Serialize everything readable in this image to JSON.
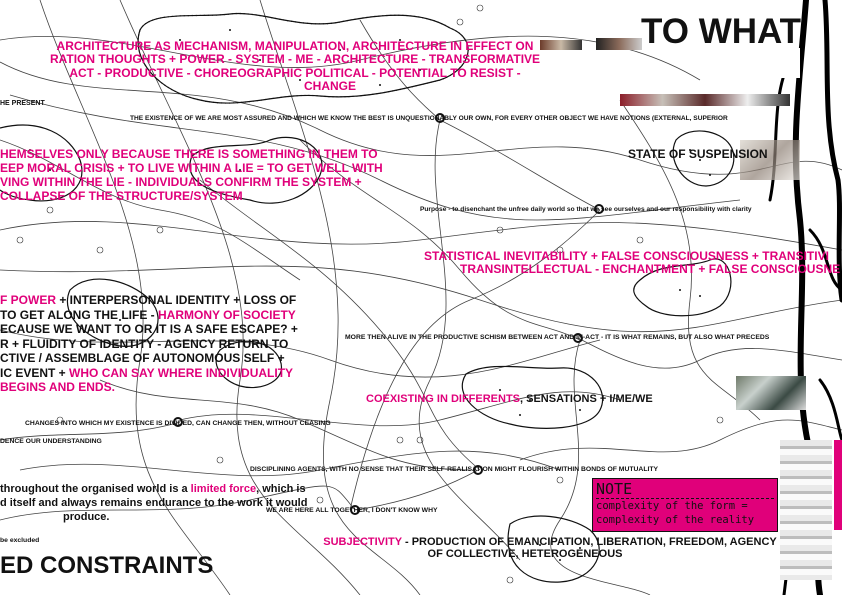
{
  "title": "TO WHAT",
  "heading_top_left": [
    "ARCHITECTURE AS MECHANISM, MANIPULATION, ARCHITECTURE IN EFFECT ON",
    "RATION THOUGHTS + POWER - SYSTEM - ME - ARCHITECTURE - TRANSFORMATIVE",
    "ACT - PRODUCTIVE - CHOREOGRAPHIC POLITICAL - POTENTIAL TO RESIST -",
    "CHANGE"
  ],
  "the_present": "HE PRESENT",
  "existence_line": "THE EXISTENCE OF WE ARE MOST ASSURED AND WHICH WE KNOW THE BEST IS UNQUESTIONABLY OUR OWN, FOR EVERY OTHER OBJECT WE HAVE NOTIONS (EXTERNAL, SUPERIOR",
  "state_of_suspension": "STATE OF SUSPENSION",
  "moral_crisis": [
    "HEMSELVES ONLY BECAUSE THERE IS SOMETHING IN THEM TO",
    "EEP MORAL CRISIS + TO LIVE WITHIN A LIE = TO GET WELL WITH",
    "VING WITHIN THE LIE - INDIVIDUALS CONFIRM THE SYSTEM +",
    "COLLAPSE OF THE STRUCTURE/SYSTEM"
  ],
  "purpose": "Purpose - to disenchant the unfree daily world so that we see ourselves and our  responsibility with clarity",
  "statistical": [
    "STATISTICAL INEVITABILITY + FALSE CONSCIOUSNESS + TRANSITIVI",
    "TRANSINTELLECTUAL - ENCHANTMENT + FALSE CONSCIOUSNE"
  ],
  "identity_block": {
    "line1_pink": "F POWER",
    "line1_black": " + INTERPERSONAL IDENTITY + LOSS OF",
    "line2_black": "TO GET ALONG THE LIFE - ",
    "line2_pink": "HARMONY OF SOCIETY",
    "line3": "ECAUSE WE WANT TO OR IT IS A SAFE ESCAPE? +",
    "line4": "R + FLUIDITY OF IDENTITY - AGENCY RETURN TO",
    "line5": "CTIVE / ASSEMBLAGE OF AUTONOMOUS SELF +",
    "line6_black": "IC EVENT + ",
    "line6_pink": "WHO CAN SAY WHERE INDIVIDUALITY",
    "line7_pink": "BEGINS AND ENDS."
  },
  "productive_schism": "MORE THEN ALIVE IN THE PRODUCTIVE SCHISM BETWEEN ACT AND IN-ACT - IT IS WHAT REMAINS, BUT ALSO WHAT PRECEDS",
  "coexisting": {
    "pink": "COEXISTING IN DIFFERENTS",
    "black": ", SENSATIONS + I/ME/WE"
  },
  "changes": "CHANGES INTO WHICH MY EXISTENCE IS DIVIDED, CAN CHANGE THEN, WITHOUT CEASING",
  "transcendence": "DENCE OUR UNDERSTANDING",
  "disciplining": "DISCIPLINING AGENTS, WITH NO SENSE THAT THEIR SELF-REALISATION MIGHT FLOURISH WITHIN BONDS OF MUTUALITY",
  "limited_force": {
    "line1_black": "throughout the organised world is a ",
    "line1_pink": "limited force",
    "line1_end": ", which is",
    "line2": "d itself and always remains endurance to the work it would",
    "line3": "produce."
  },
  "we_are_here": "WE ARE HERE ALL TOGETHER, I DON'T KNOW WHY",
  "excluded": "be excluded",
  "constraints": "ED CONSTRAINTS",
  "subjectivity": {
    "pink": "SUBJECTIVITY",
    "black": " - PRODUCTION OF EMANCIPATION, LIBERATION, FREEDOM, AGENCY",
    "line2": "OF COLLECTIVE, HETEROGENEOUS"
  },
  "note": {
    "title": "NOTE",
    "line1": "complexity of the form =",
    "line2": "complexity of the reality"
  },
  "colors": {
    "accent": "#e0007a",
    "ink": "#111111",
    "background": "#ffffff"
  }
}
